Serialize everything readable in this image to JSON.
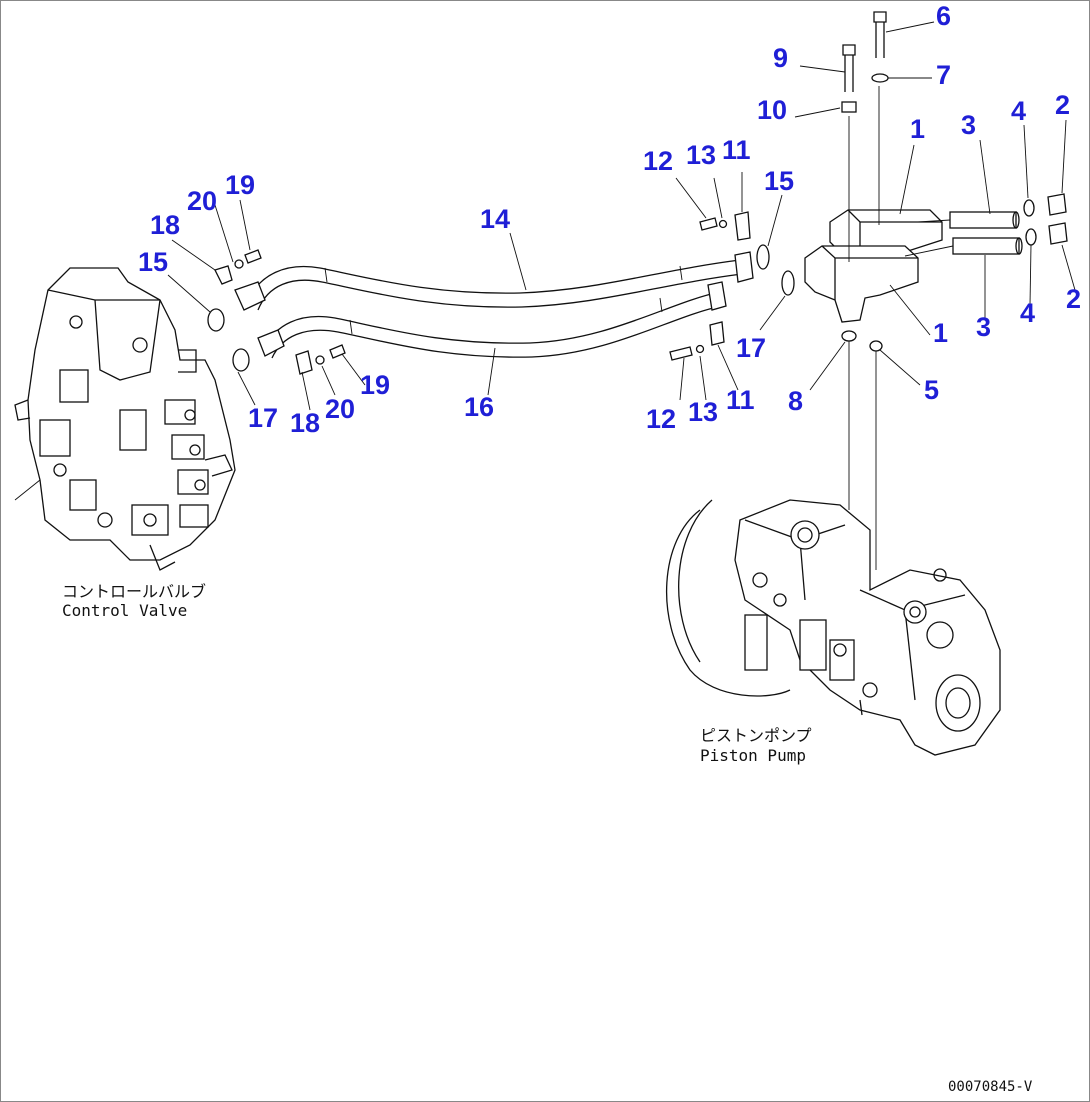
{
  "callouts": [
    {
      "label": "6"
    },
    {
      "label": "9"
    },
    {
      "label": "7"
    },
    {
      "label": "10"
    },
    {
      "label": "1"
    },
    {
      "label": "3"
    },
    {
      "label": "4"
    },
    {
      "label": "2"
    },
    {
      "label": "12"
    },
    {
      "label": "13"
    },
    {
      "label": "11"
    },
    {
      "label": "15"
    },
    {
      "label": "14"
    },
    {
      "label": "20"
    },
    {
      "label": "19"
    },
    {
      "label": "18"
    },
    {
      "label": "15"
    },
    {
      "label": "17"
    },
    {
      "label": "1"
    },
    {
      "label": "3"
    },
    {
      "label": "4"
    },
    {
      "label": "2"
    },
    {
      "label": "12"
    },
    {
      "label": "13"
    },
    {
      "label": "11"
    },
    {
      "label": "8"
    },
    {
      "label": "5"
    },
    {
      "label": "16"
    },
    {
      "label": "17"
    },
    {
      "label": "18"
    },
    {
      "label": "20"
    },
    {
      "label": "19"
    }
  ],
  "captions": {
    "control_valve_jp": "コントロールバルブ",
    "control_valve_en": "Control Valve",
    "piston_pump_jp": "ピストンポンプ",
    "piston_pump_en": "Piston Pump"
  },
  "drawing_code": "00070845-V",
  "colors": {
    "callout": "#1f1fd6",
    "line": "#111111",
    "background": "#ffffff"
  }
}
